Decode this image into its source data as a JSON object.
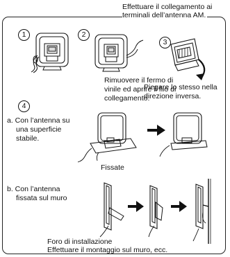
{
  "header": {
    "line1": "Effettuare il collegamento ai",
    "line2": "terminali dell’antenna AM."
  },
  "steps": {
    "s1": "1",
    "s2": "2",
    "s3": "3",
    "s4": "4"
  },
  "step2_caption": {
    "line1": "Rimuovere il fermo di",
    "line2": "vinile ed aprire il filo di",
    "line3": "collegamento."
  },
  "step3_caption": {
    "line1": "Piegare lo stesso nella",
    "line2": "direzione inversa."
  },
  "option_a": {
    "line1": "a. Con l’antenna su",
    "line2": "una superficie",
    "line3": "stabile.",
    "fix_label": "Fissate"
  },
  "option_b": {
    "line1": "b. Con l’antenna",
    "line2": "fissata sul muro",
    "hole_label": "Foro di installazione",
    "wall_label": "Effettuare il montaggio sul muro, ecc."
  }
}
